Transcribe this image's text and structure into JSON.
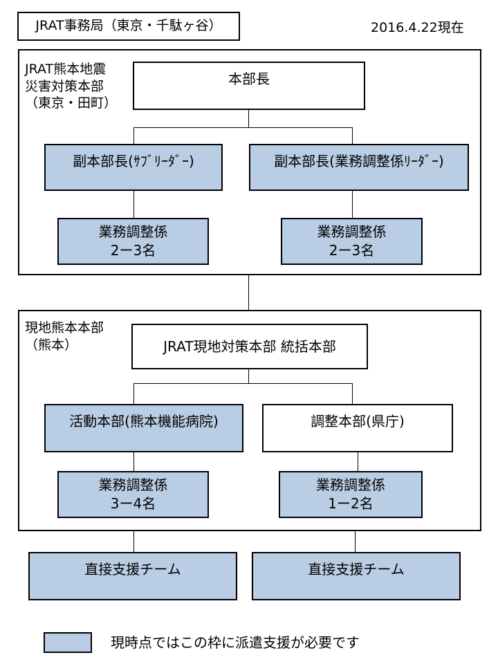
{
  "header": {
    "office": "JRAT事務局（東京・千駄ヶ谷）",
    "date": "2016.4.22現在"
  },
  "hq": {
    "label_line1": "JRAT熊本地震",
    "label_line2": "災害対策本部",
    "label_line3": "（東京・田町）",
    "chief": "本部長",
    "deputy_sub": "副本部長(ｻﾌﾞﾘｰﾀﾞｰ)",
    "deputy_coord": "副本部長(業務調整係ﾘｰﾀﾞｰ)",
    "staff_left_line1": "業務調整係",
    "staff_left_line2": "2ー3名",
    "staff_right_line1": "業務調整係",
    "staff_right_line2": "2ー3名"
  },
  "local": {
    "label_line1": "現地熊本本部",
    "label_line2": "（熊本）",
    "command": "JRAT現地対策本部 統括本部",
    "activity_hq": "活動本部(熊本機能病院)",
    "coord_hq": "調整本部(県庁)",
    "staff_left_line1": "業務調整係",
    "staff_left_line2": "3ー4名",
    "staff_right_line1": "業務調整係",
    "staff_right_line2": "1ー2名"
  },
  "teams": {
    "left": "直接支援チーム",
    "right": "直接支援チーム"
  },
  "legend": {
    "text": "現時点ではこの枠に派遣支援が必要です"
  },
  "colors": {
    "needs_support_fill": "#b9cde4",
    "border": "#000000"
  }
}
